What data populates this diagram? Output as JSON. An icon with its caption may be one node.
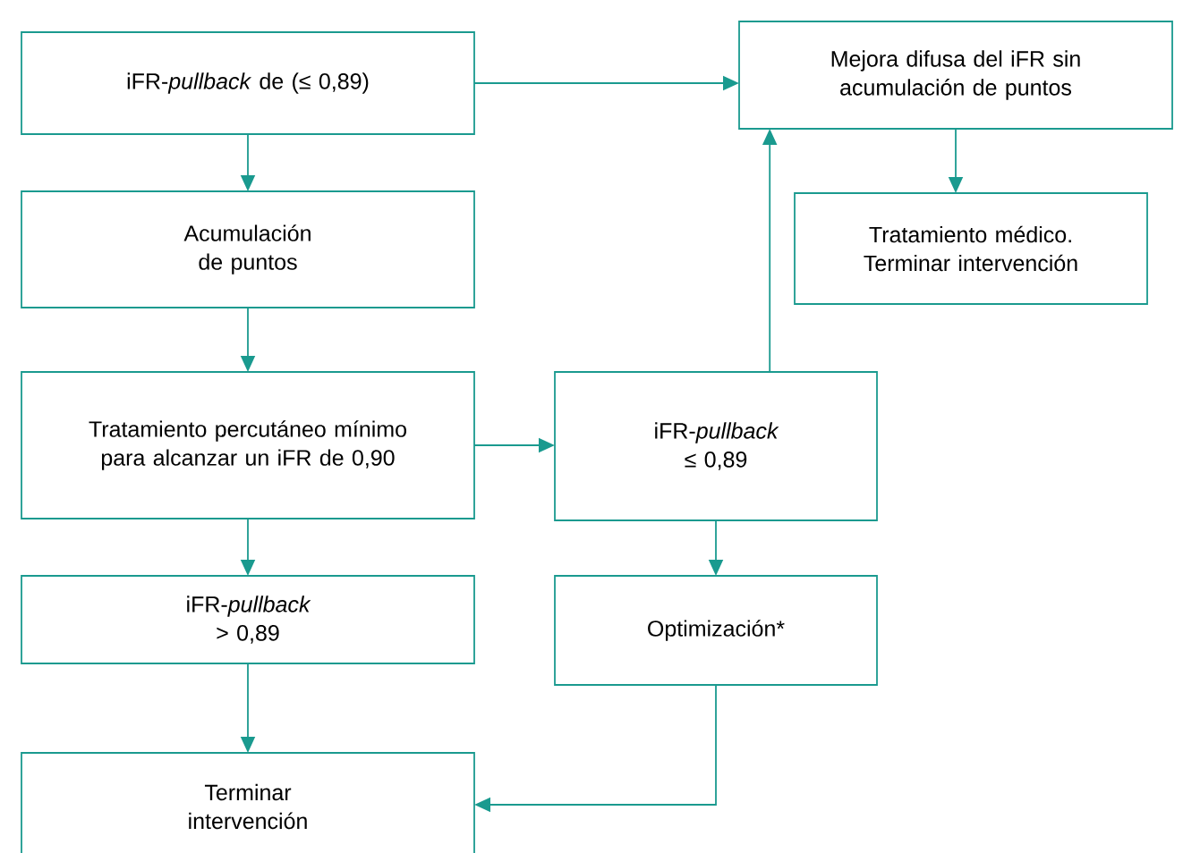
{
  "diagram": {
    "nodes": [
      {
        "text": [
          "iFR-*pullback* de (≤ 0,89)"
        ]
      },
      {
        "text": [
          "Acumulación de puntos"
        ]
      },
      {
        "text": [
          "Tratamiento percutáneo mínimo para alcanzar un iFR de 0,90"
        ]
      },
      {
        "text": [
          "iFR-*pullback* > 0,89"
        ]
      },
      {
        "text": [
          "Terminar intervención"
        ]
      },
      {
        "text": [
          "Mejora difusa del iFR sin acumulación de puntos"
        ]
      },
      {
        "text": [
          "Tratamiento médico. Terminar intervención"
        ]
      },
      {
        "text": [
          "iFR-*pullback* ≤ 0,89"
        ]
      },
      {
        "text": [
          "Optimización*"
        ]
      }
    ],
    "edges": [
      {
        "from": 0,
        "to": 5,
        "arrow": "to"
      },
      {
        "from": 0,
        "to": 1,
        "arrow": "to"
      },
      {
        "from": 1,
        "to": 2,
        "arrow": "to"
      },
      {
        "from": 2,
        "to": 7,
        "arrow": "to"
      },
      {
        "from": 2,
        "to": 3,
        "arrow": "to"
      },
      {
        "from": 3,
        "to": 4,
        "arrow": "to"
      },
      {
        "from": 7,
        "to": 5,
        "arrow": "to"
      },
      {
        "from": 5,
        "to": 6,
        "arrow": "to"
      },
      {
        "from": 7,
        "to": 8,
        "arrow": "to"
      },
      {
        "from": 8,
        "to": 4,
        "arrow": "to"
      }
    ]
  }
}
